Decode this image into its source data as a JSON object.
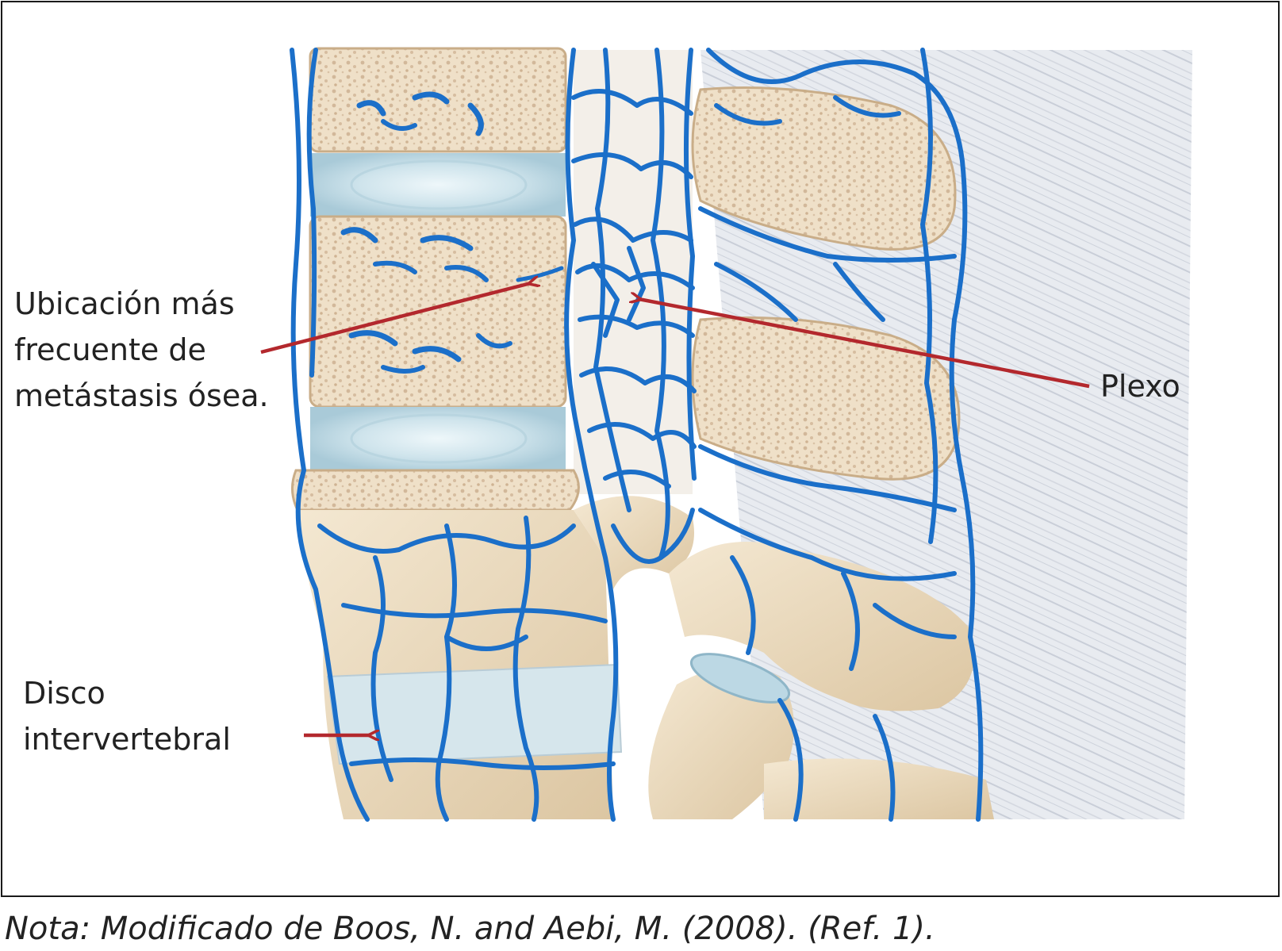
{
  "figure": {
    "labels": {
      "metastasis": [
        "Ubicación más",
        "frecuente de",
        "metástasis ósea."
      ],
      "plexus": "Plexo",
      "disc": [
        "Disco",
        "intervertebral"
      ]
    },
    "caption": "Nota: Modificado de Boos, N. and Aebi, M. (2008). (Ref. 1)."
  },
  "colors": {
    "vein": "#1b6fc9",
    "bone": "#efe0c4",
    "cancellous": "#e9d3b8",
    "disc": "#cfe3ea",
    "ligament": "#e9ecf1",
    "arrow": "#b3282d",
    "frame": "#1a1a1a"
  }
}
